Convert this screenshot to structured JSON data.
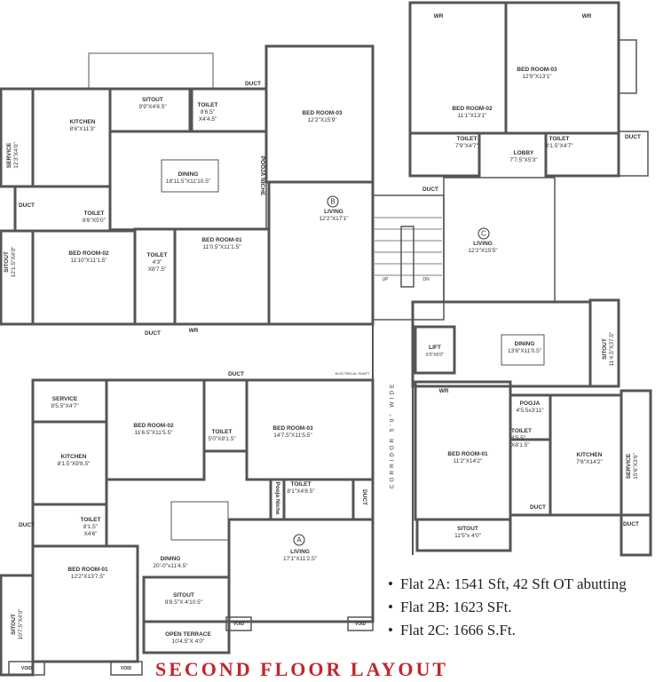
{
  "title": "SECOND FLOOR LAYOUT",
  "colors": {
    "title": "#c0272d",
    "walls": "#555555"
  },
  "legend": [
    "Flat 2A: 1541 Sft, 42 Sft OT abutting",
    "Flat 2B: 1623 SFt.",
    "Flat 2C: 1666 S.Ft."
  ],
  "markers": {
    "a": "A",
    "b": "B",
    "c": "C"
  },
  "corridor": "CORRIDOR 5'0\" WIDE",
  "stairs": {
    "up": "UP",
    "dn": "DN"
  },
  "flat_b": {
    "service": {
      "name": "SERVICE",
      "dim": "12'3\"X4'0\""
    },
    "kitchen": {
      "name": "KITCHEN",
      "dim": "8'6\"X11'3\""
    },
    "sitout": {
      "name": "SITOUT",
      "dim": "9'9\"X4'8.5\""
    },
    "toilet1": {
      "name": "TOILET",
      "dim": "8'6.5\" X4'4.5\""
    },
    "bedroom3": {
      "name": "BED ROOM-03",
      "dim": "12'2\"X15'9\""
    },
    "dining": {
      "name": "DINING",
      "dim": "18'11.5\"X11'10.5\""
    },
    "pooja": "POOJA NICHE",
    "duct1": "DUCT",
    "duct2": "DUCT",
    "duct3": "DUCT",
    "toilet2": {
      "name": "TOILET",
      "dim": "8'6\"X5'0\""
    },
    "living": {
      "name": "LIVING",
      "dim": "12'2\"X17'1\""
    },
    "sitout2": {
      "name": "SITOUT",
      "dim": "12'1.5\"X4'0\""
    },
    "bedroom2": {
      "name": "BED ROOM-02",
      "dim": "11'10\"X11'1.5\""
    },
    "toilet3": {
      "name": "TOILET",
      "dim": "4'3\" X8'7.5\""
    },
    "bedroom1": {
      "name": "BED ROOM-01",
      "dim": "11'0.5\"X11'1.5\""
    },
    "wr": "WR"
  },
  "flat_c": {
    "wr1": "WR",
    "wr2": "WR",
    "bedroom3": {
      "name": "BED ROOM-03",
      "dim": "12'9\"X13'1\""
    },
    "bedroom2": {
      "name": "BED ROOM-02",
      "dim": "11'1\"X13'1\""
    },
    "toilet1": {
      "name": "TOILET",
      "dim": "7'9\"X4'7\""
    },
    "lobby": {
      "name": "LOBBY",
      "dim": "7'7.5\"X5'3\""
    },
    "toilet2": {
      "name": "TOILET",
      "dim": "8'1.5\"X4'7\""
    },
    "duct1": "DUCT",
    "duct2": "DUCT",
    "living": {
      "name": "LIVING",
      "dim": "12'2\"X15'5\""
    },
    "lift": {
      "name": "LIFT",
      "dim": "6'0\"X6'0\""
    },
    "dining": {
      "name": "DINING",
      "dim": "13'6\"X11'0.5\""
    },
    "sitout1": {
      "name": "SITOUT",
      "dim": "11'4.5\"X37.5\""
    },
    "wr3": "WR",
    "pooja": {
      "name": "POOJA",
      "dim": "4'5.5x3'11\""
    },
    "toilet3": {
      "name": "TOILET",
      "dim": "4'5.5\" X8'1.5\""
    },
    "bedroom1": {
      "name": "BED ROOM-01",
      "dim": "11'2\"X14'2\""
    },
    "kitchen": {
      "name": "KITCHEN",
      "dim": "7'6\"X14'2\""
    },
    "service": {
      "name": "SERVICE",
      "dim": "15'6\"X3'6\""
    },
    "duct3": "DUCT",
    "duct4": "DUCT",
    "sitout2": {
      "name": "SITOUT",
      "dim": "11'5\"x 4'0\""
    }
  },
  "flat_a": {
    "electrical": "ELECTRICAL SHAFT",
    "duct_top": "DUCT",
    "service": {
      "name": "SERVICE",
      "dim": "8'5.5\"X4'7\""
    },
    "bedroom2": {
      "name": "BED ROOM-02",
      "dim": "11'6.5\"X11'5.5\""
    },
    "toilet1": {
      "name": "TOILET",
      "dim": "5'0\"X8'1.5\""
    },
    "bedroom3": {
      "name": "BED ROOM-03",
      "dim": "14'7.5\"X11'5.5\""
    },
    "kitchen": {
      "name": "KITCHEN",
      "dim": "8'1.5\"X9'8.5\""
    },
    "pooja": "Pooja Niche",
    "toilet2": {
      "name": "TOILET",
      "dim": "8'1\"X4'8.5\""
    },
    "duct1": "DUCT",
    "duct2": "DUCT",
    "toilet3": {
      "name": "TOILET",
      "dim": "8'1.5\" X4'6\""
    },
    "living": {
      "name": "LIVING",
      "dim": "17'1\"X11'2.5\""
    },
    "dining": {
      "name": "DINING",
      "dim": "20'-0\"x11'4.5\""
    },
    "bedroom1": {
      "name": "BED ROOM-01",
      "dim": "12'2\"X13'7.5\""
    },
    "sitout1": {
      "name": "SITOUT",
      "dim": "9'8.5\"X 4'10.5\""
    },
    "terrace": {
      "name": "OPEN TERRACE",
      "dim": "10'4.5\"X 4'0\""
    },
    "sitout2": {
      "name": "SITOUT",
      "dim": "10'7.5\"X4'0\""
    },
    "void1": "VOID",
    "void2": "VOID",
    "void3": "VOID",
    "void4": "VOID"
  }
}
